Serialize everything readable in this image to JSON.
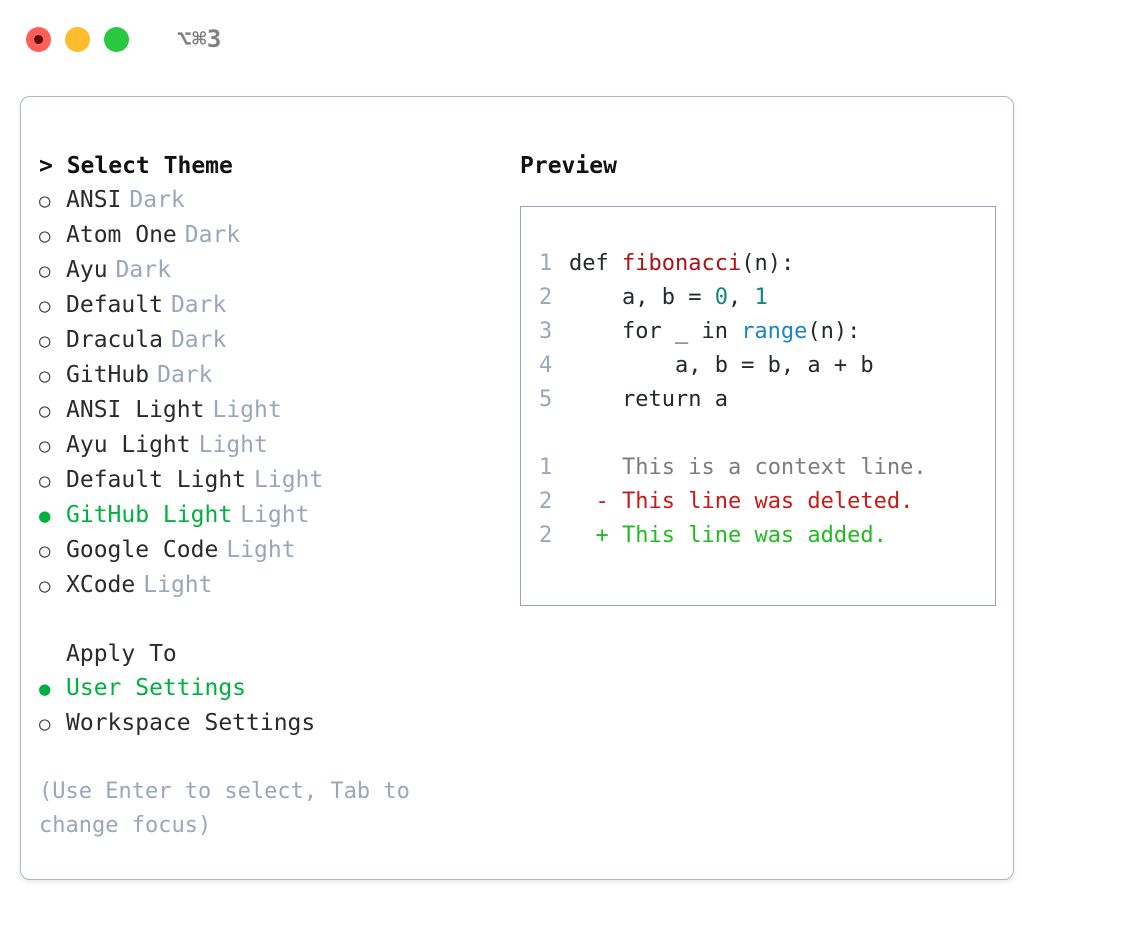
{
  "titlebar": {
    "shortcut": "⌥⌘3",
    "lights": [
      "close-red",
      "minimize-yellow",
      "maximize-green"
    ]
  },
  "theme_picker": {
    "heading": "> Select Theme",
    "bullet_unselected": "○",
    "bullet_selected": "●",
    "items": [
      {
        "label": "ANSI",
        "tag": "Dark",
        "selected": false
      },
      {
        "label": "Atom One",
        "tag": "Dark",
        "selected": false
      },
      {
        "label": "Ayu",
        "tag": "Dark",
        "selected": false
      },
      {
        "label": "Default",
        "tag": "Dark",
        "selected": false
      },
      {
        "label": "Dracula",
        "tag": "Dark",
        "selected": false
      },
      {
        "label": "GitHub",
        "tag": "Dark",
        "selected": false
      },
      {
        "label": "ANSI Light",
        "tag": "Light",
        "selected": false
      },
      {
        "label": "Ayu Light",
        "tag": "Light",
        "selected": false
      },
      {
        "label": "Default Light",
        "tag": "Light",
        "selected": false
      },
      {
        "label": "GitHub Light",
        "tag": "Light",
        "selected": true
      },
      {
        "label": "Google Code",
        "tag": "Light",
        "selected": false
      },
      {
        "label": "XCode",
        "tag": "Light",
        "selected": false
      }
    ]
  },
  "apply_to": {
    "heading": "Apply To",
    "options": [
      {
        "label": "User Settings",
        "selected": true
      },
      {
        "label": "Workspace Settings",
        "selected": false
      }
    ]
  },
  "hint": "(Use Enter to select, Tab to change focus)",
  "preview": {
    "title": "Preview",
    "code": [
      {
        "no": "1",
        "segments": [
          {
            "t": "def ",
            "c": "plain"
          },
          {
            "t": "fibonacci",
            "c": "fn"
          },
          {
            "t": "(n):",
            "c": "plain"
          }
        ]
      },
      {
        "no": "2",
        "segments": [
          {
            "t": "    a, b = ",
            "c": "plain"
          },
          {
            "t": "0",
            "c": "num"
          },
          {
            "t": ", ",
            "c": "plain"
          },
          {
            "t": "1",
            "c": "num"
          }
        ]
      },
      {
        "no": "3",
        "segments": [
          {
            "t": "    for _ in ",
            "c": "plain"
          },
          {
            "t": "range",
            "c": "call"
          },
          {
            "t": "(n):",
            "c": "plain"
          }
        ]
      },
      {
        "no": "4",
        "segments": [
          {
            "t": "        a, b = b, a + b",
            "c": "plain"
          }
        ]
      },
      {
        "no": "5",
        "segments": [
          {
            "t": "    return a",
            "c": "plain"
          }
        ]
      }
    ],
    "diff": [
      {
        "no": "1",
        "marker": " ",
        "text": " This is a context line.",
        "kind": "ctx"
      },
      {
        "no": "2",
        "marker": "-",
        "text": " This line was deleted.",
        "kind": "del"
      },
      {
        "no": "2",
        "marker": "+",
        "text": " This line was added.",
        "kind": "add"
      }
    ]
  },
  "colors": {
    "selected_green": "#00b140",
    "tag_slate": "#9aa7b8",
    "border_slate": "#9aa5b5",
    "diff_deleted": "#cc1818",
    "diff_added": "#22bb22",
    "fn_red": "#b01010",
    "num_teal": "#0e8a78",
    "call_blue": "#1a85c7"
  }
}
